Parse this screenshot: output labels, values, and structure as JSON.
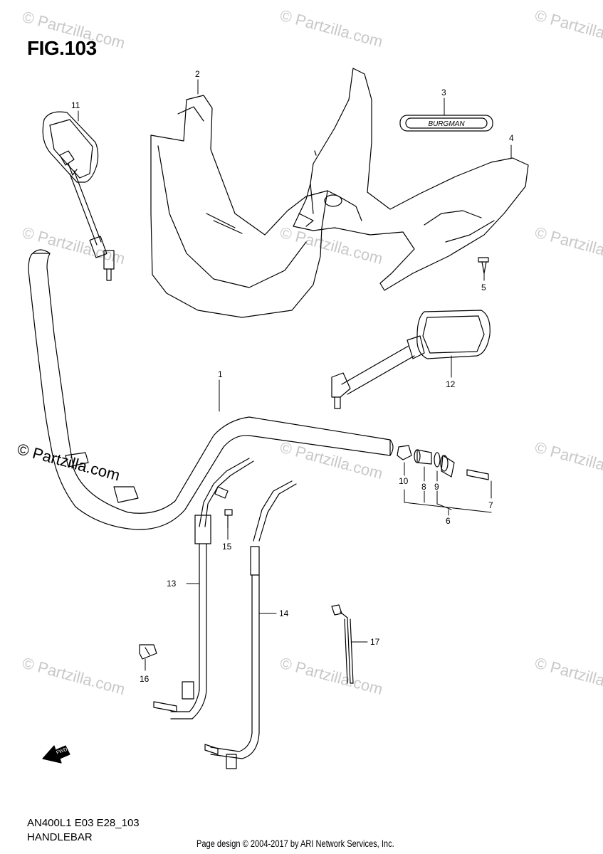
{
  "figure_title": "FIG.103",
  "model_code": "AN400L1 E03 E28_103",
  "caption": "HANDLEBAR",
  "footer": "Page design © 2004-2017 by ARI Network Services, Inc.",
  "watermark": "© Partzilla.com",
  "watermark_large": "© Partzilla.com",
  "emblem_text": "BURGMAN",
  "fwd_label": "FWD",
  "callouts": [
    "1",
    "2",
    "3",
    "4",
    "5",
    "6",
    "7",
    "8",
    "9",
    "10",
    "11",
    "12",
    "13",
    "14",
    "15",
    "16",
    "17"
  ]
}
